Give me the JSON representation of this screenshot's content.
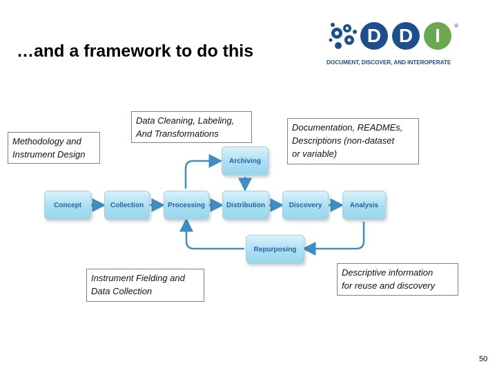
{
  "slide": {
    "title": "…and a framework to do this",
    "page_number": "50"
  },
  "logo": {
    "wordmark": "DDI",
    "registered": "®",
    "tagline": "DOCUMENT, DISCOVER, AND INTEROPERATE",
    "colors": {
      "blue": "#1d4f8f",
      "green": "#6aa84f"
    }
  },
  "lifecycle": {
    "concept": "Concept",
    "collection": "Collection",
    "processing": "Processing",
    "distribution": "Distribution",
    "discovery": "Discovery",
    "analysis": "Analysis",
    "archiving": "Archiving",
    "repurposing": "Repurposing"
  },
  "notes": {
    "methodology": "Methodology and\nInstrument Design",
    "cleaning": "Data Cleaning, Labeling,\nAnd Transformations",
    "documentation": "Documentation, READMEs,\nDescriptions (non-dataset\nor variable)",
    "fielding": "Instrument Fielding and\nData Collection",
    "descriptive": "Descriptive information\nfor reuse and discovery"
  },
  "colors": {
    "node_text": "#2b5fa4",
    "arrow": "#3e8ec5"
  }
}
